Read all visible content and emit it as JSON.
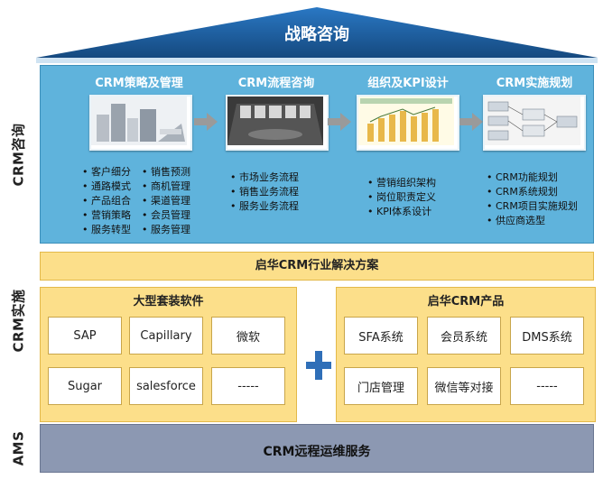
{
  "top": {
    "title": "战略咨询"
  },
  "side_labels": {
    "consulting": "CRM咨询",
    "implementation": "CRM实施",
    "ams": "AMS"
  },
  "consulting": {
    "columns": [
      {
        "title": "CRM策略及管理",
        "items_a": [
          "客户细分",
          "通路模式",
          "产品组合",
          "营销策略",
          "服务转型"
        ],
        "items_b": [
          "销售预测",
          "商机管理",
          "渠道管理",
          "会员管理",
          "服务管理"
        ]
      },
      {
        "title": "CRM流程咨询",
        "items": [
          "市场业务流程",
          "销售业务流程",
          "服务业务流程"
        ]
      },
      {
        "title": "组织及KPI设计",
        "items": [
          "营销组织架构",
          "岗位职责定义",
          "KPI体系设计"
        ]
      },
      {
        "title": "CRM实施规划",
        "items": [
          "CRM功能规划",
          "CRM系统规划",
          "CRM项目实施规划",
          "供应商选型"
        ]
      }
    ]
  },
  "solution_band": {
    "label": "启华CRM行业解决方案"
  },
  "package_panel": {
    "title": "大型套装软件",
    "items": [
      "SAP",
      "Capillary",
      "微软",
      "Sugar",
      "salesforce",
      "-----"
    ]
  },
  "product_panel": {
    "title": "启华CRM产品",
    "items": [
      "SFA系统",
      "会员系统",
      "DMS系统",
      "门店管理",
      "微信等对接",
      "-----"
    ]
  },
  "ams_band": {
    "label": "CRM远程运维服务"
  },
  "colors": {
    "roof": "#1d5b9e",
    "consult_bg": "#5fb3dc",
    "yellow": "#fcdf8a",
    "ams": "#8c98b2",
    "plus": "#2f6fb8",
    "arrow": "#9a9a9a"
  }
}
